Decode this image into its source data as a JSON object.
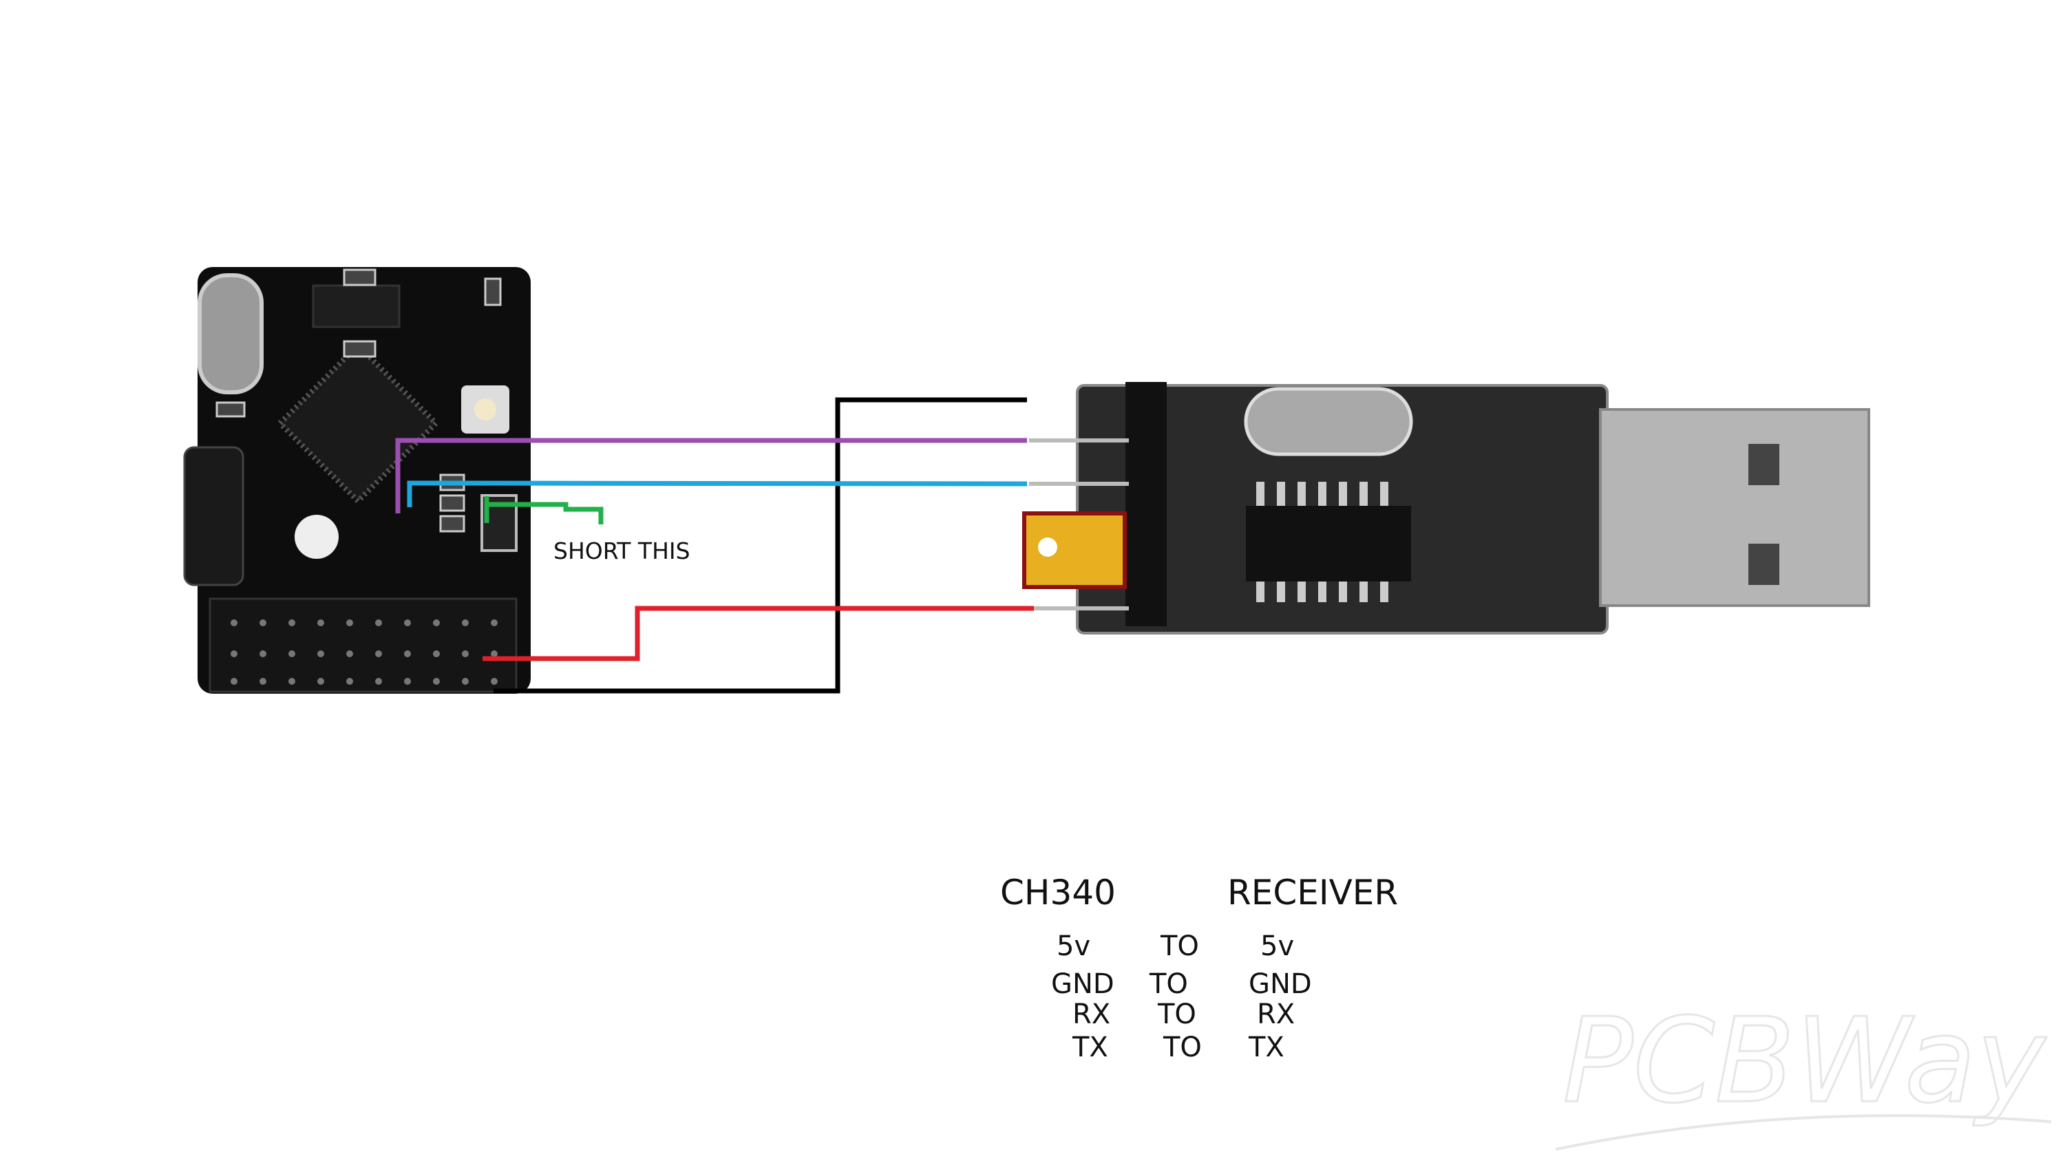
{
  "annotations": {
    "short_label": "SHORT THIS"
  },
  "connection_table": {
    "left_header": "CH340",
    "right_header": "RECEIVER",
    "rows": [
      {
        "from": "5v",
        "joiner": "TO",
        "to": "5v"
      },
      {
        "from": "GND",
        "joiner": "TO",
        "to": "GND"
      },
      {
        "from": "RX",
        "joiner": "TO",
        "to": "RX"
      },
      {
        "from": "TX",
        "joiner": "TO",
        "to": "TX"
      }
    ]
  },
  "watermark": "PCBWay",
  "wire_colors": {
    "gnd": "#000000",
    "rx": "#9b4fb0",
    "tx": "#1ea6df",
    "short": "#22b04b",
    "vcc": "#e0202a"
  },
  "jumper_color": "#e8b020"
}
